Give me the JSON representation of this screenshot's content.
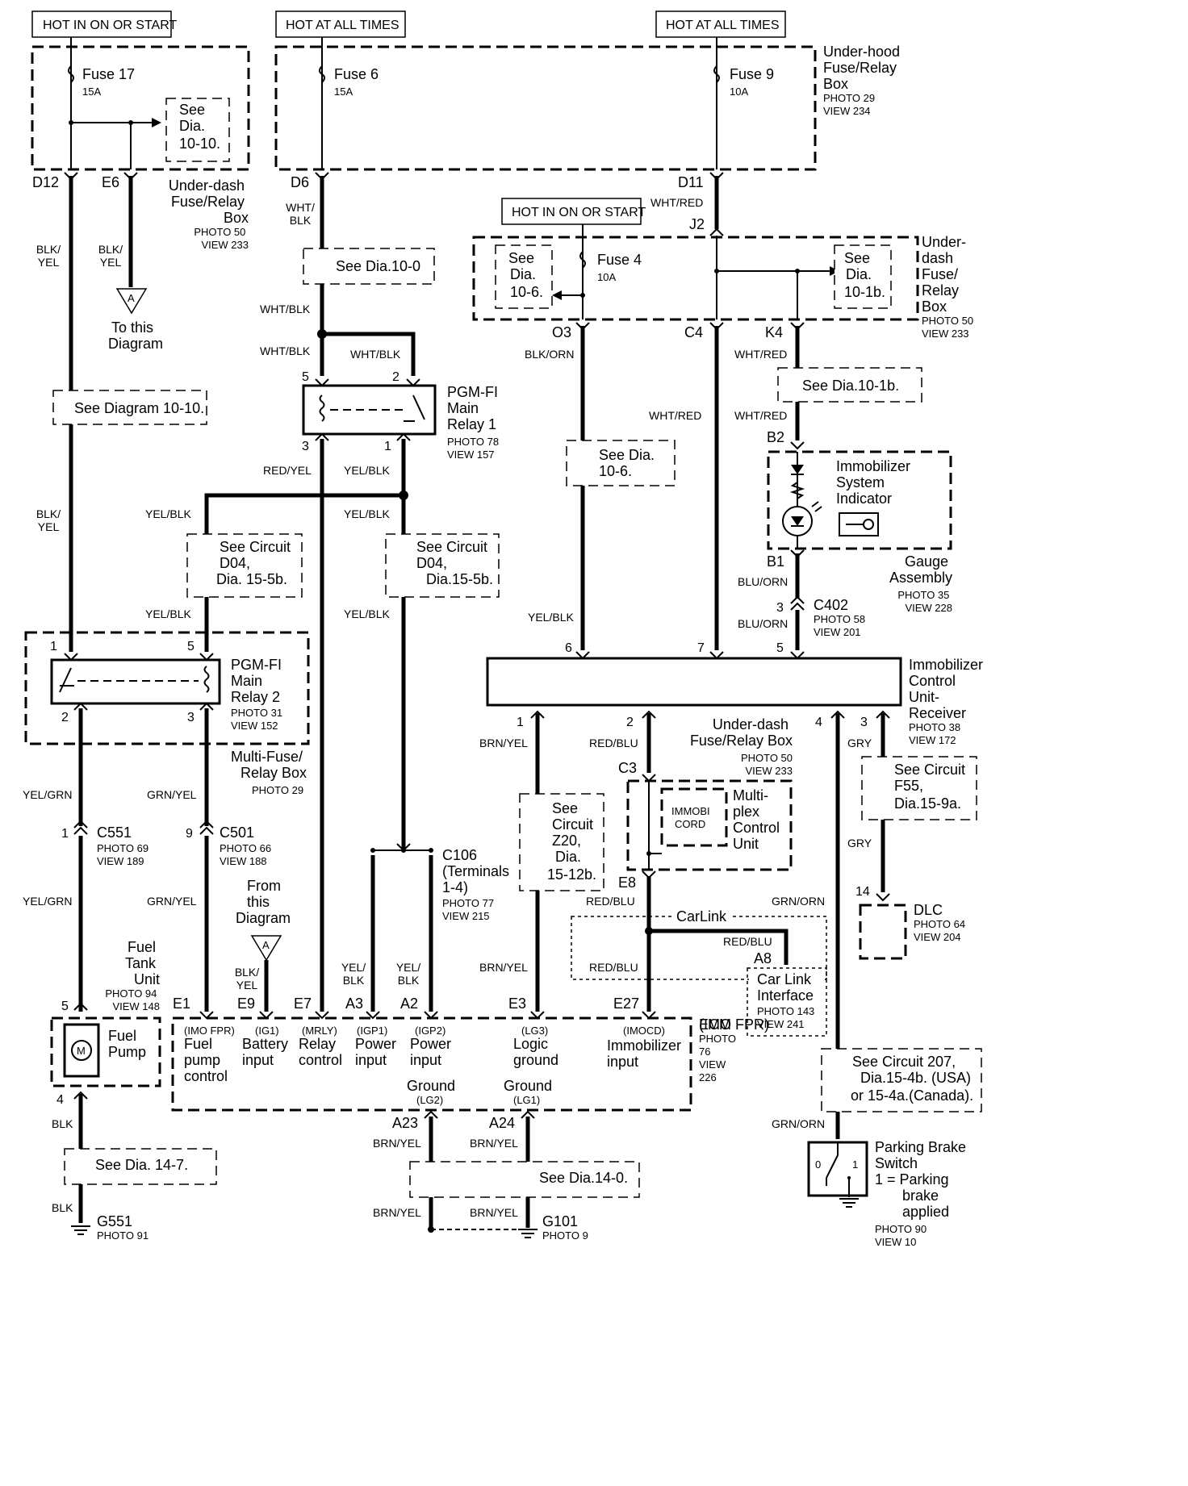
{
  "power": {
    "ign1": "HOT IN ON OR START",
    "bat1": "HOT AT ALL TIMES",
    "bat2": "HOT AT ALL TIMES",
    "ign2": "HOT IN ON OR START"
  },
  "fuses": {
    "f17": "Fuse 17",
    "f17a": "15A",
    "f6": "Fuse 6",
    "f6a": "15A",
    "f9": "Fuse 9",
    "f9a": "10A",
    "f4": "Fuse 4",
    "f4a": "10A"
  },
  "boxes": {
    "uh": [
      "Under-hood",
      "Fuse/Relay",
      "Box",
      "PHOTO 29",
      "VIEW 234"
    ],
    "ud1": [
      "Under-dash",
      "Fuse/Relay",
      "Box",
      "PHOTO 50",
      "VIEW 233"
    ],
    "ud2": [
      "Under-",
      "dash",
      "Fuse/",
      "Relay",
      "Box",
      "PHOTO 50",
      "VIEW 233"
    ],
    "mf": [
      "Multi-Fuse/",
      "Relay Box",
      "PHOTO 29"
    ],
    "ud3": [
      "Under-dash",
      "Fuse/Relay Box",
      "PHOTO 50",
      "VIEW 233"
    ]
  },
  "refs": {
    "r1": [
      "See",
      "Dia.",
      "10-10."
    ],
    "r2": "See Dia.10-0",
    "r3": "See Diagram 10-10.",
    "r4": [
      "See",
      "Dia.",
      "10-6."
    ],
    "r5": [
      "See",
      "Dia.",
      "10-1b."
    ],
    "r6": "See  Dia.10-1b.",
    "r7": [
      "See Dia.",
      "10-6."
    ],
    "r8": [
      "See Circuit",
      "D04,",
      "Dia. 15-5b."
    ],
    "r9": [
      "See Circuit",
      "D04,",
      "Dia.15-5b."
    ],
    "r10": [
      "See",
      "Circuit",
      "Z20,",
      "Dia.",
      "15-12b."
    ],
    "r11": [
      "See Circuit",
      "F55,",
      "Dia.15-9a."
    ],
    "r12": [
      "See Circuit 207,",
      "Dia.15-4b. (USA)",
      "or 15-4a.(Canada)."
    ],
    "r13": "See  Dia. 14-7.",
    "r14": "See Dia.14-0."
  },
  "terminals": {
    "D12": "D12",
    "E6": "E6",
    "D6": "D6",
    "D11": "D11",
    "J2": "J2",
    "O3": "O3",
    "C4": "C4",
    "K4": "K4",
    "B2": "B2",
    "B1": "B1",
    "r1_5": "5",
    "r1_2": "2",
    "r1_3": "3",
    "r1_1": "1",
    "r2_1": "1",
    "r2_5": "5",
    "r2_2": "2",
    "r2_3": "3",
    "imm6": "6",
    "imm7": "7",
    "imm5": "5",
    "imm1": "1",
    "imm2": "2",
    "imm4": "4",
    "imm3": "3",
    "c402_3": "3",
    "C3": "C3",
    "E8": "E8",
    "A8": "A8",
    "dlc14": "14",
    "c551_1": "1",
    "c501_9": "9",
    "ft5": "5",
    "ft4": "4",
    "E1": "E1",
    "E9": "E9",
    "E7": "E7",
    "A3": "A3",
    "A2": "A2",
    "E3": "E3",
    "E27": "E27",
    "A23": "A23",
    "A24": "A24"
  },
  "wires": {
    "blk_yel": "BLK/\nYEL",
    "whtblk": "WHT/BLK",
    "wht_blk2": "WHT/\nBLK",
    "whtred": "WHT/RED",
    "blkorn": "BLK/ORN",
    "redyel": "RED/YEL",
    "yelblk": "YEL/BLK",
    "blu_orn": "BLU/ORN",
    "yelgrn": "YEL/GRN",
    "grnyel": "GRN/YEL",
    "brnyel": "BRN/YEL",
    "redblu": "RED/BLU",
    "gry": "GRY",
    "grnorn": "GRN/ORN",
    "blk": "BLK"
  },
  "components": {
    "todiag": [
      "To this",
      "Diagram"
    ],
    "fromdiag": [
      "From",
      "this",
      "Diagram"
    ],
    "relay1": [
      "PGM-FI",
      "Main",
      "Relay 1",
      "PHOTO 78",
      "VIEW 157"
    ],
    "relay2": [
      "PGM-FI",
      "Main",
      "Relay 2",
      "PHOTO 31",
      "VIEW 152"
    ],
    "immind": [
      "Immobilizer",
      "System",
      "Indicator"
    ],
    "gauge": [
      "Gauge",
      "Assembly",
      "PHOTO 35",
      "VIEW 228"
    ],
    "c402": [
      "C402",
      "PHOTO 58",
      "VIEW 201"
    ],
    "icu": [
      "Immobilizer",
      "Control",
      "Unit-",
      "Receiver",
      "PHOTO 38",
      "VIEW 172"
    ],
    "mpcu": [
      "Multi-",
      "plex",
      "Control",
      "Unit"
    ],
    "immobi": [
      "IMMOBI",
      "CORD"
    ],
    "carlink": "CarLink",
    "cli": [
      "Car Link",
      "Interface",
      "PHOTO 143",
      "VIEW 241"
    ],
    "dlc": [
      "DLC",
      "PHOTO 64",
      "VIEW 204"
    ],
    "c551": [
      "C551",
      "PHOTO 69",
      "VIEW 189"
    ],
    "c501": [
      "C501",
      "PHOTO 66",
      "VIEW 188"
    ],
    "c106": [
      "C106",
      "(Terminals",
      "1-4)",
      "PHOTO 77",
      "VIEW 215"
    ],
    "ftu": [
      "Fuel",
      "Tank",
      "Unit",
      "PHOTO 94",
      "VIEW 148"
    ],
    "pump": [
      "Fuel",
      "Pump"
    ],
    "motor": "M",
    "ecm": [
      "ECM",
      "PHOTO",
      "76",
      "VIEW",
      "226"
    ],
    "pbs": [
      "Parking Brake",
      "Switch",
      "1 =  Parking",
      "brake",
      "applied",
      "PHOTO 90",
      "VIEW 10"
    ],
    "pbs0": "0",
    "pbs1": "1",
    "g551": [
      "G551",
      "PHOTO 91"
    ],
    "g101": [
      "G101",
      "PHOTO 9"
    ],
    "arrowA": "A"
  },
  "ecm_pins": {
    "fpc": [
      "(IMO FPR)",
      "Fuel",
      "pump",
      "control"
    ],
    "bat": [
      "(IG1)",
      "Battery",
      "input"
    ],
    "rel": [
      "(MRLY)",
      "Relay",
      "control"
    ],
    "pw1": [
      "(IGP1)",
      "Power",
      "input"
    ],
    "pw2": [
      "(IGP2)",
      "Power",
      "input"
    ],
    "lg3": [
      "(LG3)",
      "Logic",
      "ground"
    ],
    "imo": [
      "(IMOCD)",
      "Immobilizer",
      "input"
    ],
    "gnd2": [
      "Ground",
      "(LG2)"
    ],
    "gnd1": [
      "Ground",
      "(LG1)"
    ]
  }
}
